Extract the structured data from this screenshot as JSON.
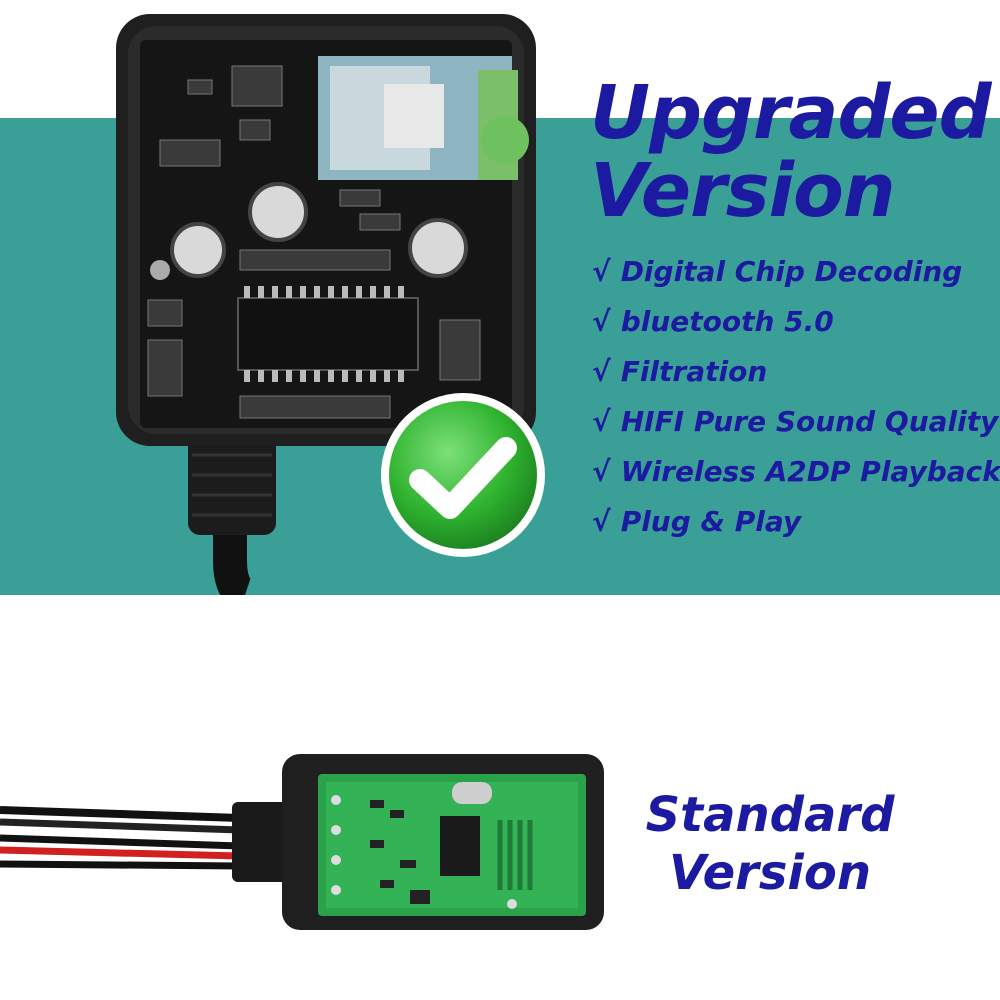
{
  "upgraded": {
    "title_line1": "Upgraded",
    "title_line2": "Version",
    "features": [
      "Digital Chip Decoding",
      "bluetooth 5.0",
      "Filtration",
      "HIFI Pure Sound Quality",
      "Wireless A2DP Playback",
      "Plug & Play"
    ],
    "tick": "√"
  },
  "standard": {
    "title_line1": "Standard",
    "title_line2": "Version"
  },
  "colors": {
    "teal_band": "#3a9f96",
    "title_text": "#1c1aa0",
    "check_green": "#2fb32f",
    "pcb_green": "#2aa24a",
    "module_black": "#1f1f1f"
  },
  "icons": {
    "checkmark": "check-circle-icon"
  }
}
